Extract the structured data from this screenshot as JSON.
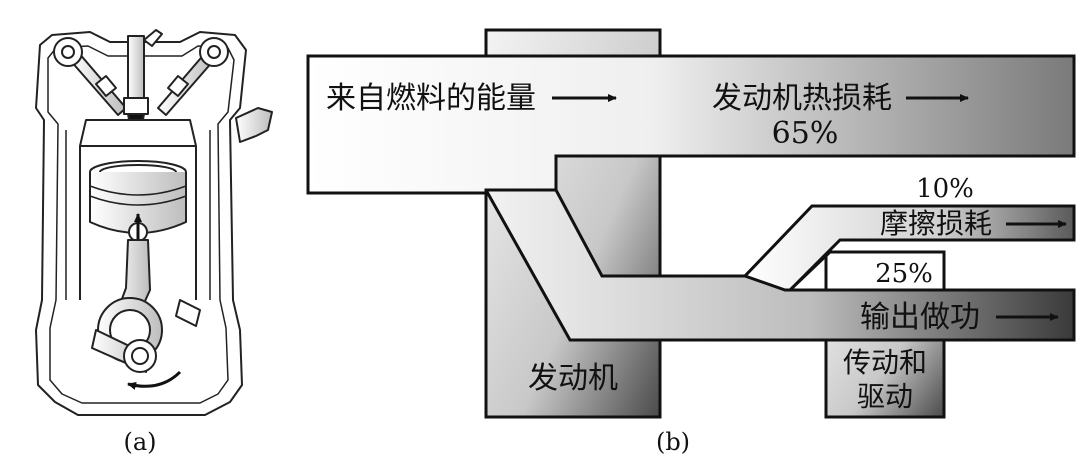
{
  "panel_a": {
    "caption": "(a)"
  },
  "panel_b": {
    "caption": "(b)",
    "source_label": "来自燃料的能量",
    "heat_loss_label": "发动机热损耗",
    "heat_loss_percent": "65%",
    "friction_percent": "10%",
    "friction_label": "摩擦损耗",
    "output_percent": "25%",
    "output_label": "输出做功",
    "engine_label": "发动机",
    "drive_label_line1": "传动和",
    "drive_label_line2": "驱动"
  },
  "flows": [
    {
      "name": "heat loss",
      "share": 0.65
    },
    {
      "name": "friction loss",
      "share": 0.1
    },
    {
      "name": "output work",
      "share": 0.25
    }
  ]
}
